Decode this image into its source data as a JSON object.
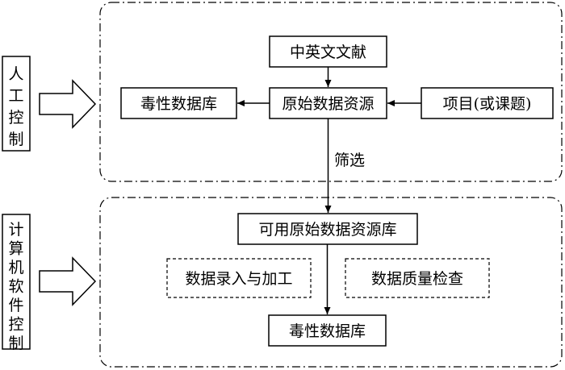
{
  "groups": {
    "manual": {
      "label": "人工控制"
    },
    "software": {
      "label": "计算机软件控制"
    }
  },
  "nodes": {
    "literature": "中英文文献",
    "original_data": "原始数据资源",
    "toxicity_db_top": "毒性数据库",
    "project": "项目(或课题)",
    "available_db": "可用原始数据资源库",
    "data_entry": "数据录入与加工",
    "quality_check": "数据质量检查",
    "toxicity_db_bottom": "毒性数据库"
  },
  "edges": {
    "filter_label": "筛选"
  }
}
